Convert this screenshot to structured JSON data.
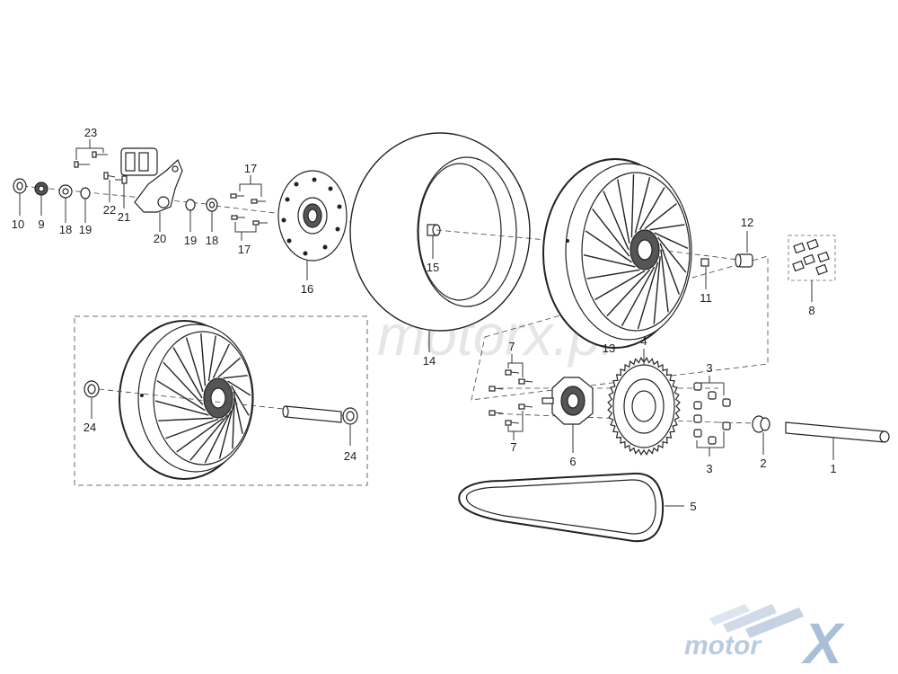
{
  "watermark": "motorx.pl",
  "logo": {
    "text": "motor",
    "mark": "X",
    "color": "#b8cbe0"
  },
  "labels": {
    "l1": "1",
    "l2": "2",
    "l3a": "3",
    "l3b": "3",
    "l4": "4",
    "l5": "5",
    "l6": "6",
    "l7a": "7",
    "l7b": "7",
    "l8": "8",
    "l9": "9",
    "l10": "10",
    "l11": "11",
    "l12": "12",
    "l13": "13",
    "l14": "14",
    "l15": "15",
    "l16": "16",
    "l17a": "17",
    "l17b": "17",
    "l18a": "18",
    "l18b": "18",
    "l19a": "19",
    "l19b": "19",
    "l20": "20",
    "l21": "21",
    "l22": "22",
    "l23": "23",
    "l24a": "24",
    "l24b": "24"
  }
}
